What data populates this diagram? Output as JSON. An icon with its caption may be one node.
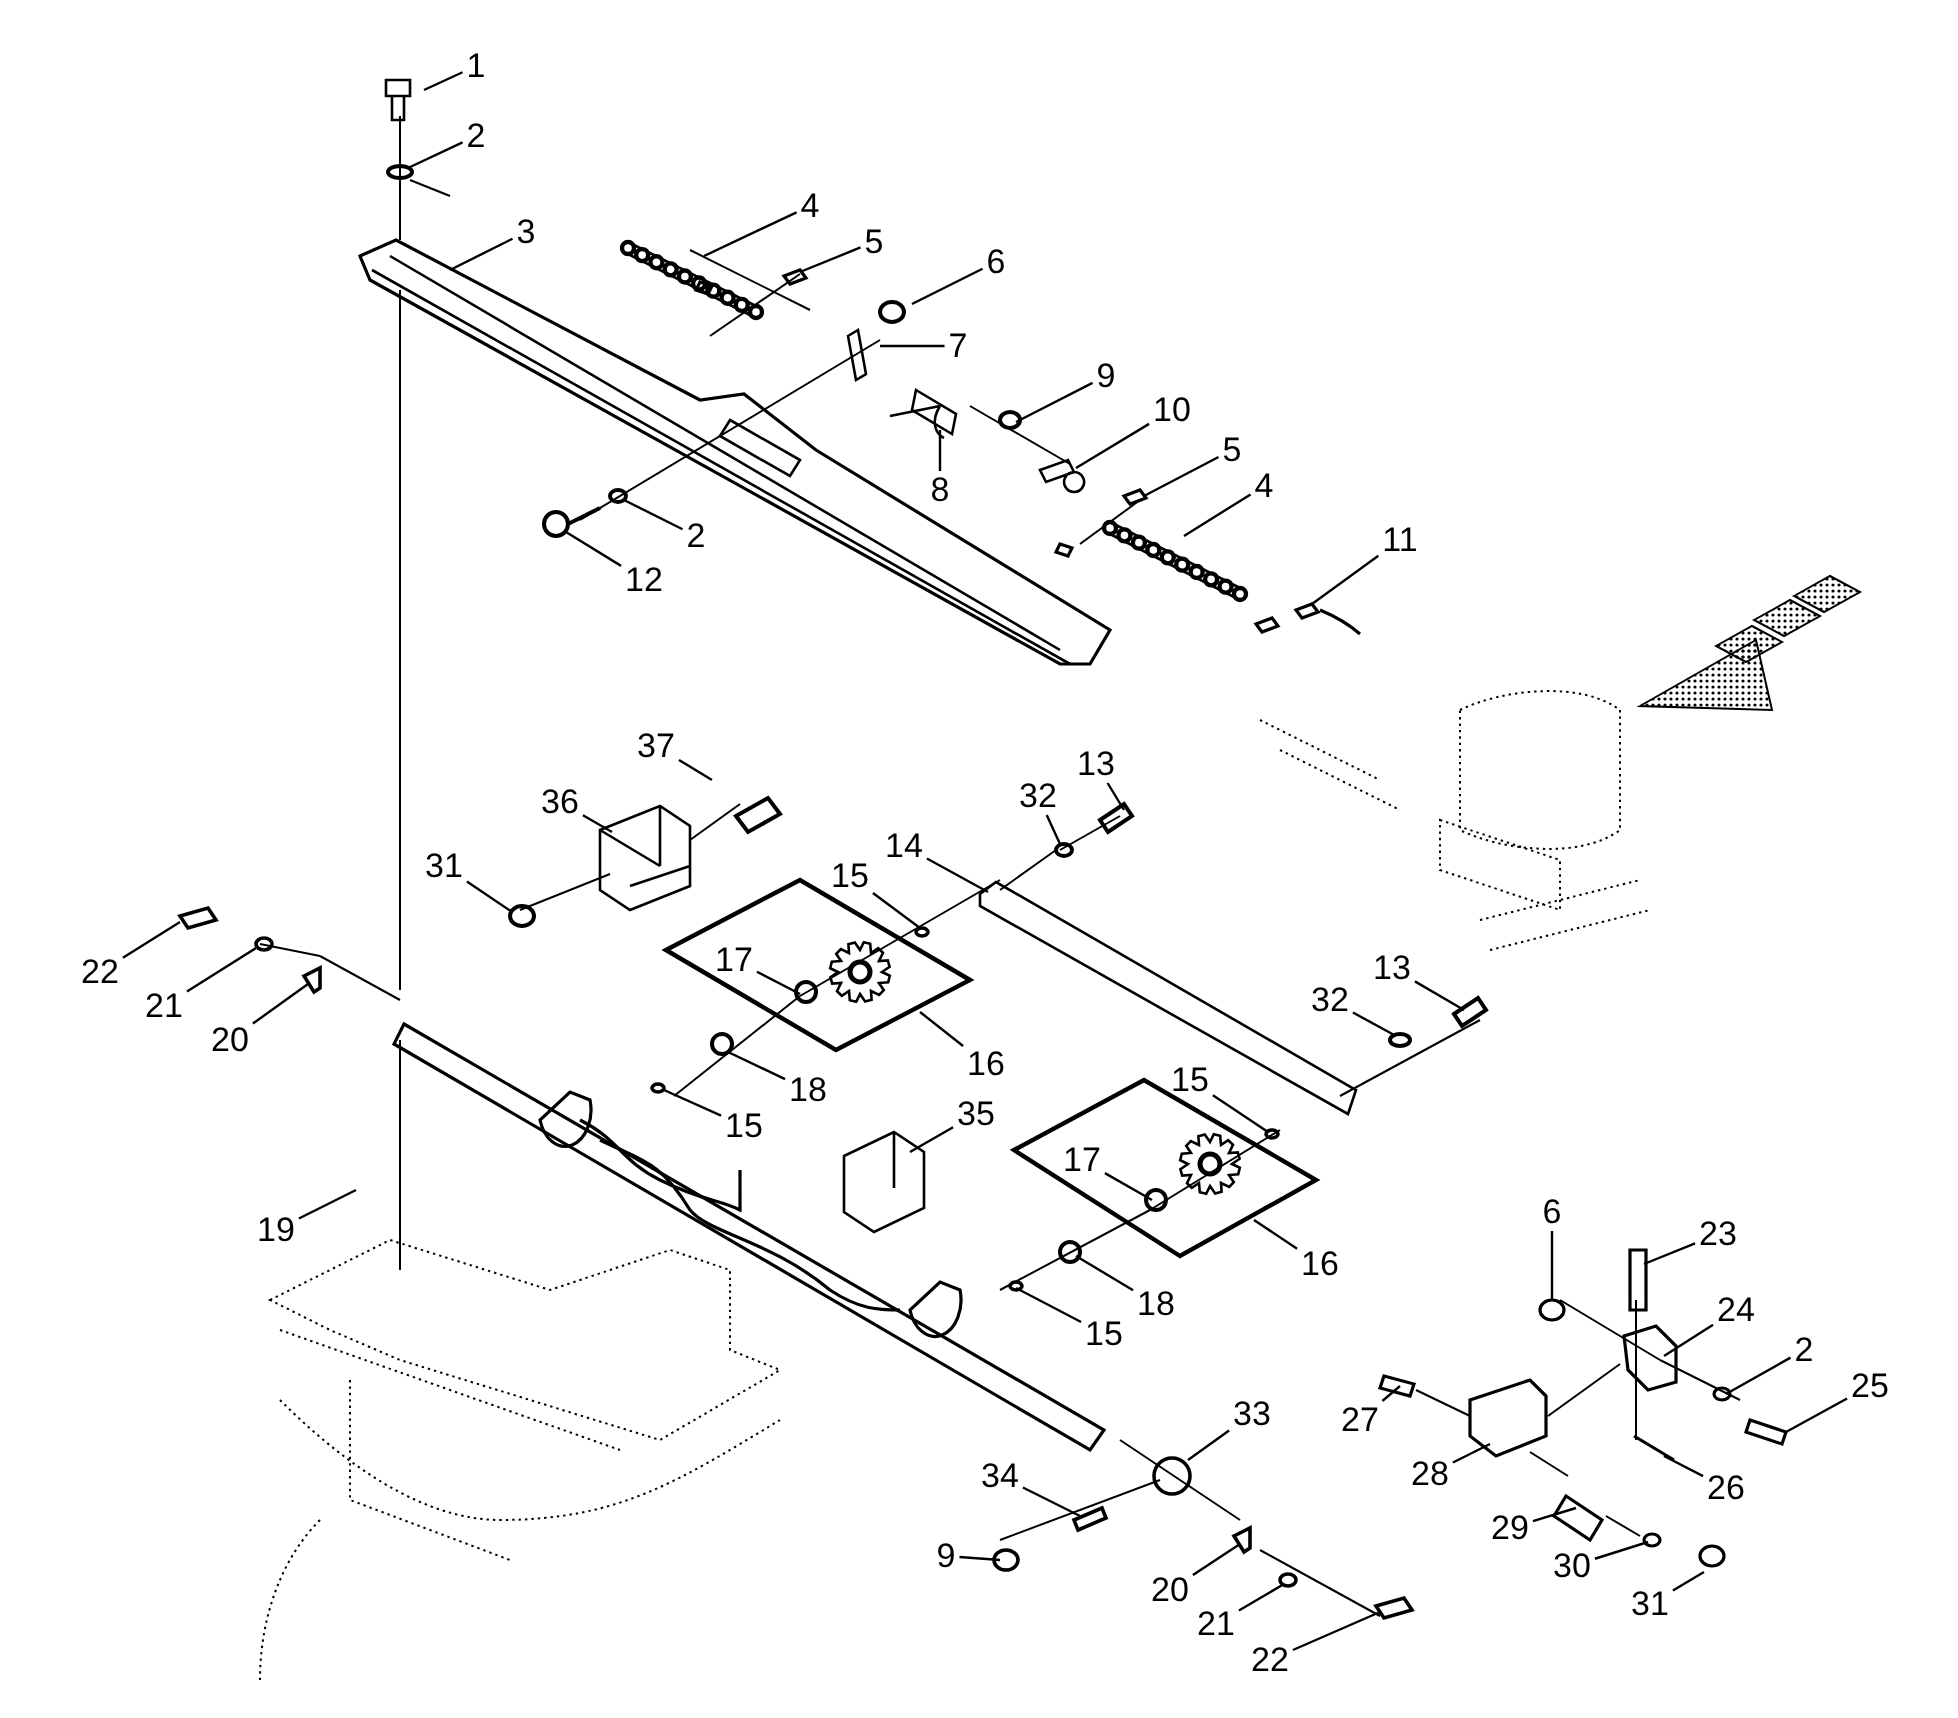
{
  "diagram": {
    "nodes": [
      {
        "text": [
          "1"
        ]
      },
      {
        "text": [
          "2"
        ]
      },
      {
        "text": [
          "3"
        ]
      },
      {
        "text": [
          "4"
        ]
      },
      {
        "text": [
          "5"
        ]
      },
      {
        "text": [
          "6"
        ]
      },
      {
        "text": [
          "7"
        ]
      },
      {
        "text": [
          "8"
        ]
      },
      {
        "text": [
          "9"
        ]
      },
      {
        "text": [
          "10"
        ]
      },
      {
        "text": [
          "2"
        ]
      },
      {
        "text": [
          "12"
        ]
      },
      {
        "text": [
          "5"
        ]
      },
      {
        "text": [
          "4"
        ]
      },
      {
        "text": [
          "11"
        ]
      },
      {
        "text": [
          "37"
        ]
      },
      {
        "text": [
          "36"
        ]
      },
      {
        "text": [
          "13"
        ]
      },
      {
        "text": [
          "32"
        ]
      },
      {
        "text": [
          "14"
        ]
      },
      {
        "text": [
          "31"
        ]
      },
      {
        "text": [
          "15"
        ]
      },
      {
        "text": [
          "22"
        ]
      },
      {
        "text": [
          "21"
        ]
      },
      {
        "text": [
          "20"
        ]
      },
      {
        "text": [
          "17"
        ]
      },
      {
        "text": [
          "16"
        ]
      },
      {
        "text": [
          "13"
        ]
      },
      {
        "text": [
          "32"
        ]
      },
      {
        "text": [
          "18"
        ]
      },
      {
        "text": [
          "15"
        ]
      },
      {
        "text": [
          "15"
        ]
      },
      {
        "text": [
          "35"
        ]
      },
      {
        "text": [
          "19"
        ]
      },
      {
        "text": [
          "17"
        ]
      },
      {
        "text": [
          "16"
        ]
      },
      {
        "text": [
          "18"
        ]
      },
      {
        "text": [
          "15"
        ]
      },
      {
        "text": [
          "6"
        ]
      },
      {
        "text": [
          "23"
        ]
      },
      {
        "text": [
          "24"
        ]
      },
      {
        "text": [
          "2"
        ]
      },
      {
        "text": [
          "25"
        ]
      },
      {
        "text": [
          "27"
        ]
      },
      {
        "text": [
          "28"
        ]
      },
      {
        "text": [
          "26"
        ]
      },
      {
        "text": [
          "33"
        ]
      },
      {
        "text": [
          "34"
        ]
      },
      {
        "text": [
          "9"
        ]
      },
      {
        "text": [
          "29"
        ]
      },
      {
        "text": [
          "30"
        ]
      },
      {
        "text": [
          "31"
        ]
      },
      {
        "text": [
          "20"
        ]
      },
      {
        "text": [
          "21"
        ]
      },
      {
        "text": [
          "22"
        ]
      }
    ],
    "edges": [
      {
        "from": 0,
        "to": null,
        "arrow": "none"
      },
      {
        "from": 1,
        "to": null,
        "arrow": "none"
      },
      {
        "from": 2,
        "to": null,
        "arrow": "none"
      },
      {
        "from": 3,
        "to": null,
        "arrow": "none"
      },
      {
        "from": 4,
        "to": null,
        "arrow": "none"
      },
      {
        "from": 5,
        "to": null,
        "arrow": "none"
      },
      {
        "from": 6,
        "to": null,
        "arrow": "none"
      },
      {
        "from": 7,
        "to": null,
        "arrow": "none"
      },
      {
        "from": 8,
        "to": null,
        "arrow": "none"
      },
      {
        "from": 9,
        "to": null,
        "arrow": "none"
      },
      {
        "from": 10,
        "to": null,
        "arrow": "none"
      },
      {
        "from": 11,
        "to": null,
        "arrow": "none"
      },
      {
        "from": 12,
        "to": null,
        "arrow": "none"
      },
      {
        "from": 13,
        "to": null,
        "arrow": "none"
      },
      {
        "from": 14,
        "to": null,
        "arrow": "none"
      },
      {
        "from": 15,
        "to": null,
        "arrow": "none"
      },
      {
        "from": 16,
        "to": null,
        "arrow": "none"
      },
      {
        "from": 17,
        "to": null,
        "arrow": "none"
      },
      {
        "from": 18,
        "to": null,
        "arrow": "none"
      },
      {
        "from": 19,
        "to": null,
        "arrow": "none"
      },
      {
        "from": 20,
        "to": null,
        "arrow": "none"
      },
      {
        "from": 21,
        "to": null,
        "arrow": "none"
      },
      {
        "from": 22,
        "to": null,
        "arrow": "none"
      },
      {
        "from": 23,
        "to": null,
        "arrow": "none"
      },
      {
        "from": 24,
        "to": null,
        "arrow": "none"
      },
      {
        "from": 25,
        "to": null,
        "arrow": "none"
      },
      {
        "from": 26,
        "to": null,
        "arrow": "none"
      },
      {
        "from": 27,
        "to": null,
        "arrow": "none"
      },
      {
        "from": 28,
        "to": null,
        "arrow": "none"
      },
      {
        "from": 29,
        "to": null,
        "arrow": "none"
      },
      {
        "from": 30,
        "to": null,
        "arrow": "none"
      },
      {
        "from": 31,
        "to": null,
        "arrow": "none"
      },
      {
        "from": 32,
        "to": null,
        "arrow": "none"
      },
      {
        "from": 33,
        "to": null,
        "arrow": "none"
      },
      {
        "from": 34,
        "to": null,
        "arrow": "none"
      },
      {
        "from": 35,
        "to": null,
        "arrow": "none"
      },
      {
        "from": 36,
        "to": null,
        "arrow": "none"
      },
      {
        "from": 37,
        "to": null,
        "arrow": "none"
      },
      {
        "from": 38,
        "to": null,
        "arrow": "none"
      },
      {
        "from": 39,
        "to": null,
        "arrow": "none"
      },
      {
        "from": 40,
        "to": null,
        "arrow": "none"
      },
      {
        "from": 41,
        "to": null,
        "arrow": "none"
      },
      {
        "from": 42,
        "to": null,
        "arrow": "none"
      },
      {
        "from": 43,
        "to": null,
        "arrow": "none"
      },
      {
        "from": 44,
        "to": null,
        "arrow": "none"
      },
      {
        "from": 45,
        "to": null,
        "arrow": "none"
      },
      {
        "from": 46,
        "to": null,
        "arrow": "none"
      },
      {
        "from": 47,
        "to": null,
        "arrow": "none"
      },
      {
        "from": 48,
        "to": null,
        "arrow": "none"
      },
      {
        "from": 49,
        "to": null,
        "arrow": "none"
      },
      {
        "from": 50,
        "to": null,
        "arrow": "none"
      },
      {
        "from": 51,
        "to": null,
        "arrow": "none"
      },
      {
        "from": 52,
        "to": null,
        "arrow": "none"
      },
      {
        "from": 53,
        "to": null,
        "arrow": "none"
      },
      {
        "from": 54,
        "to": null,
        "arrow": "none"
      }
    ]
  }
}
